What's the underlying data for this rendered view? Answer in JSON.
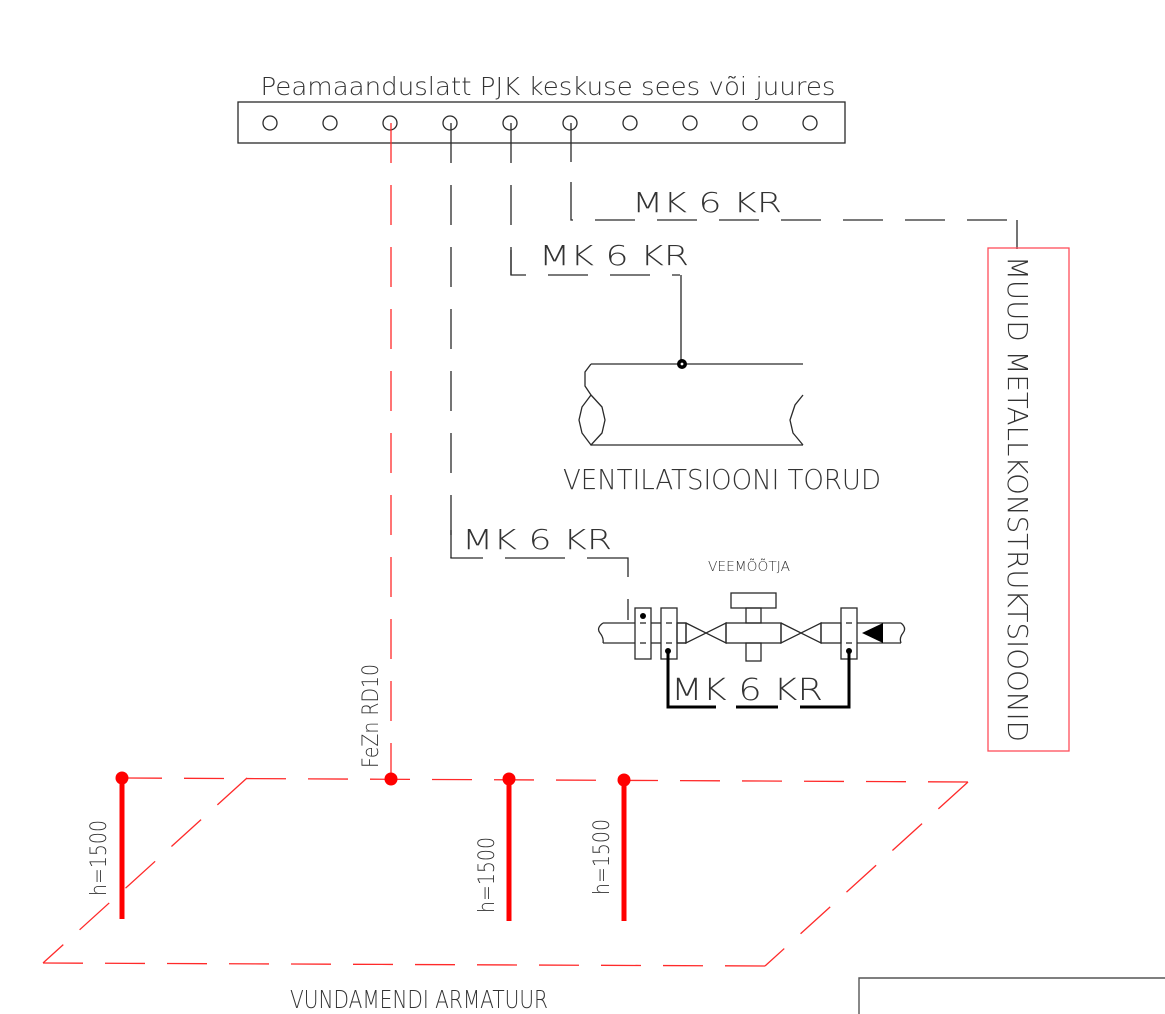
{
  "busbar": {
    "title": "Peamaanduslatt PJK keskuse sees või juures",
    "terminal_count": 10
  },
  "connections": {
    "metal_structures_label": "MK 6 KR",
    "ventilation_label": "MK 6 KR",
    "water_meter_label": "MK 6 KR",
    "water_meter_bridge_label": "MK 6 KR"
  },
  "ventilation": {
    "label": "VENTILATSIOONI TORUD"
  },
  "water_meter": {
    "label": "VEEMÕÕTJA"
  },
  "metal_structures": {
    "label": "MUUD METALLKONSTRUKTSIOONID"
  },
  "earthing": {
    "conductor_label": "FeZn RD10",
    "foundation_label": "VUNDAMENDI ARMATUUR",
    "rods": [
      {
        "label": "h=1500"
      },
      {
        "label": "h=1500"
      },
      {
        "label": "h=1500"
      }
    ]
  },
  "colors": {
    "linework": "#2a2a2a",
    "earthing": "#ff0000",
    "text": "#333333"
  }
}
